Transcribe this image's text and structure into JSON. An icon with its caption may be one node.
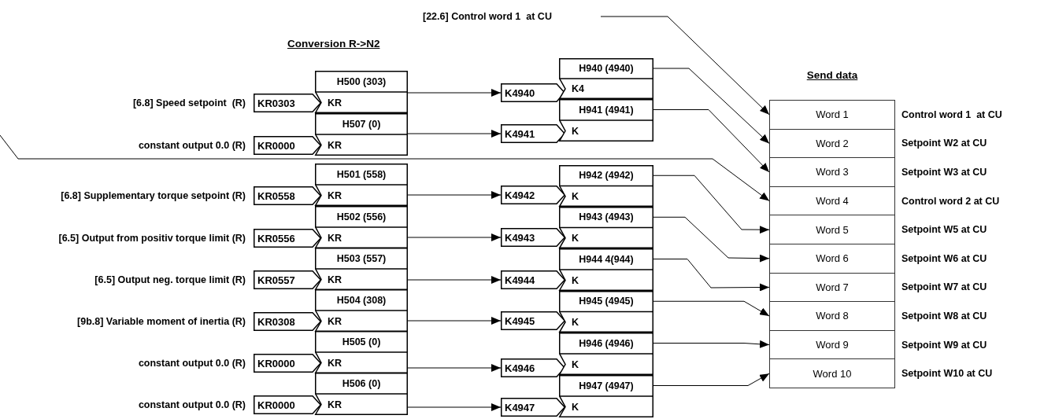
{
  "diagram": {
    "nodes": [
      {
        "text": [
          "[22.6] Control word 1  at CU"
        ]
      },
      {
        "text": [
          "KR0303"
        ],
        "beside": [
          "[6.8] Speed setpoint  (R)"
        ]
      },
      {
        "text": [
          "KR0000"
        ],
        "beside": [
          "constant output 0.0 (R)"
        ]
      },
      {
        "text": [
          "KR0558"
        ],
        "beside": [
          "[6.8] Supplementary torque setpoint (R)"
        ]
      },
      {
        "text": [
          "KR0556"
        ],
        "beside": [
          "[6.5] Output from positiv torque limit (R)"
        ]
      },
      {
        "text": [
          "KR0557"
        ],
        "beside": [
          "[6.5] Output neg. torque limit (R)"
        ]
      },
      {
        "text": [
          "KR0308"
        ],
        "beside": [
          "[9b.8] Variable moment of inertia (R)"
        ]
      },
      {
        "text": [
          "KR0000"
        ],
        "beside": [
          "constant output 0.0 (R)"
        ]
      },
      {
        "text": [
          "KR0000"
        ],
        "beside": [
          "constant output 0.0 (R)"
        ]
      },
      {
        "text": [
          "H500 (303)",
          "KR"
        ]
      },
      {
        "text": [
          "H507 (0)",
          "KR"
        ]
      },
      {
        "text": [
          "H501 (558)",
          "KR"
        ]
      },
      {
        "text": [
          "H502 (556)",
          "KR"
        ]
      },
      {
        "text": [
          "H503 (557)",
          "KR"
        ]
      },
      {
        "text": [
          "H504 (308)",
          "KR"
        ]
      },
      {
        "text": [
          "H505 (0)",
          "KR"
        ]
      },
      {
        "text": [
          "H506 (0)",
          "KR"
        ]
      },
      {
        "text": [
          "K4940"
        ]
      },
      {
        "text": [
          "K4941"
        ]
      },
      {
        "text": [
          "K4942"
        ]
      },
      {
        "text": [
          "K4943"
        ]
      },
      {
        "text": [
          "K4944"
        ]
      },
      {
        "text": [
          "K4945"
        ]
      },
      {
        "text": [
          "K4946"
        ]
      },
      {
        "text": [
          "K4947"
        ]
      },
      {
        "text": [
          "H940 (4940)",
          "K4"
        ]
      },
      {
        "text": [
          "H941 (4941)",
          "K"
        ]
      },
      {
        "text": [
          "H942 (4942)",
          "K"
        ]
      },
      {
        "text": [
          "H943 (4943)",
          "K"
        ]
      },
      {
        "text": [
          "H944 4(944)",
          "K"
        ]
      },
      {
        "text": [
          "H945 (4945)",
          "K"
        ]
      },
      {
        "text": [
          "H946 (4946)",
          "K"
        ]
      },
      {
        "text": [
          "H947 (4947)",
          "K"
        ]
      },
      {
        "text": [
          "Send data"
        ]
      },
      {
        "text": [
          "Word 1"
        ],
        "in": 33,
        "beside": [
          "Control word 1  at CU"
        ]
      },
      {
        "text": [
          "Word 2"
        ],
        "in": 33,
        "beside": [
          "Setpoint W2 at CU"
        ]
      },
      {
        "text": [
          "Word 3"
        ],
        "in": 33,
        "beside": [
          "Setpoint W3 at CU"
        ]
      },
      {
        "text": [
          "Word 4"
        ],
        "in": 33,
        "beside": [
          "Control word 2 at CU"
        ]
      },
      {
        "text": [
          "Word 5"
        ],
        "in": 33,
        "beside": [
          "Setpoint W5 at CU"
        ]
      },
      {
        "text": [
          "Word 6"
        ],
        "in": 33,
        "beside": [
          "Setpoint W6 at CU"
        ]
      },
      {
        "text": [
          "Word 7"
        ],
        "in": 33,
        "beside": [
          "Setpoint W7 at CU"
        ]
      },
      {
        "text": [
          "Word 8"
        ],
        "in": 33,
        "beside": [
          "Setpoint W8 at CU"
        ]
      },
      {
        "text": [
          "Word 9"
        ],
        "in": 33,
        "beside": [
          "Setpoint W9 at CU"
        ]
      },
      {
        "text": [
          "Word 10"
        ],
        "in": 33,
        "beside": [
          "Setpoint W10 at CU"
        ]
      }
    ],
    "edges": [
      {
        "from": 0,
        "to": 34,
        "arrow": "to"
      },
      {
        "from": 9,
        "to": 17,
        "arrow": "to"
      },
      {
        "from": 10,
        "to": 18,
        "arrow": "to"
      },
      {
        "from": 11,
        "to": 19,
        "arrow": "to"
      },
      {
        "from": 12,
        "to": 20,
        "arrow": "to"
      },
      {
        "from": 13,
        "to": 21,
        "arrow": "to"
      },
      {
        "from": 14,
        "to": 22,
        "arrow": "to"
      },
      {
        "from": 15,
        "to": 23,
        "arrow": "to"
      },
      {
        "from": 16,
        "to": 24,
        "arrow": "to"
      },
      {
        "from": 25,
        "to": 35,
        "arrow": "to"
      },
      {
        "from": 26,
        "to": 36,
        "arrow": "to"
      },
      {
        "from": null,
        "to": 37,
        "arrow": "to"
      },
      {
        "from": 27,
        "to": 38,
        "arrow": "to"
      },
      {
        "from": 28,
        "to": 39,
        "arrow": "to"
      },
      {
        "from": 29,
        "to": 40,
        "arrow": "to"
      },
      {
        "from": 30,
        "to": 41,
        "arrow": "to"
      },
      {
        "from": 31,
        "to": 42,
        "arrow": "to"
      },
      {
        "from": 32,
        "to": 43,
        "arrow": "to"
      }
    ],
    "labels": [
      "Conversion R->N2"
    ]
  }
}
